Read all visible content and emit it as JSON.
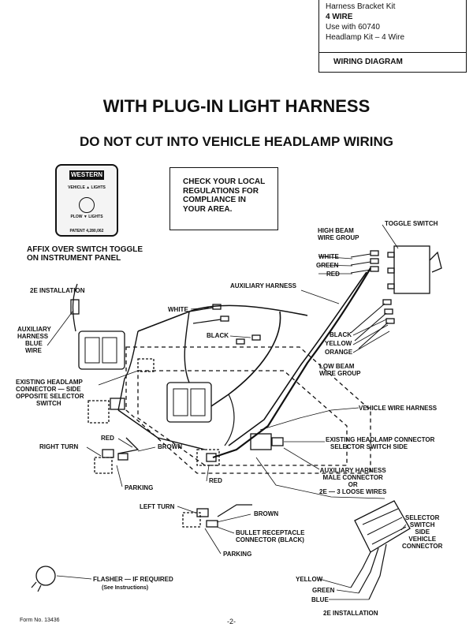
{
  "kit_box": {
    "lines": [
      "Harness Bracket Kit",
      "4 WIRE",
      "Use with 60740",
      "Headlamp Kit  –  4 Wire"
    ],
    "section_title": "WIRING DIAGRAM"
  },
  "title": "WITH PLUG-IN LIGHT HARNESS",
  "subtitle": "DO NOT CUT INTO VEHICLE HEADLAMP WIRING",
  "notice": [
    "CHECK YOUR LOCAL",
    "REGULATIONS FOR",
    "COMPLIANCE IN",
    "YOUR AREA."
  ],
  "plate": {
    "brand": "WESTERN",
    "top_text": "VEHICLE ▲ LIGHTS",
    "bottom_text": "PLOW ▼ LIGHTS",
    "patent": "PATENT  4,280,062"
  },
  "labels": {
    "affix": [
      "AFFIX OVER SWITCH TOGGLE",
      "ON INSTRUMENT PANEL"
    ],
    "install_2e_top": "2E INSTALLATION",
    "aux_blue_wire": [
      "AUXILIARY",
      "HARNESS",
      "BLUE",
      "WIRE"
    ],
    "existing_headlamp_side": [
      "EXISTING HEADLAMP",
      "CONNECTOR — SIDE",
      "OPPOSITE SELECTOR",
      "SWITCH"
    ],
    "white_left": "WHITE",
    "black_mid": "BLACK",
    "aux_harness": "AUXILIARY HARNESS",
    "high_beam": [
      "HIGH BEAM",
      "WIRE GROUP"
    ],
    "toggle_switch": "TOGGLE SWITCH",
    "white_right": "WHITE",
    "green_right": "GREEN",
    "red_right": "RED",
    "black_right": "BLACK",
    "yellow_right": "YELLOW",
    "orange_right": "ORANGE",
    "low_beam": [
      "LOW BEAM",
      "WIRE GROUP"
    ],
    "vehicle_wire_harness": "VEHICLE WIRE HARNESS",
    "existing_headlamp_selector": [
      "EXISTING HEADLAMP CONNECTOR",
      "SELECTOR SWITCH SIDE"
    ],
    "aux_male": [
      "AUXILIARY HARNESS",
      "MALE CONNECTOR",
      "OR",
      "2E — 3 LOOSE WIRES"
    ],
    "red_top": "RED",
    "brown_top": "BROWN",
    "right_turn": "RIGHT TURN",
    "parking_top": "PARKING",
    "red_mid": "RED",
    "left_turn": "LEFT TURN",
    "brown_bottom": "BROWN",
    "bullet_receptacle": [
      "BULLET RECEPTACLE",
      "CONNECTOR (BLACK)"
    ],
    "parking_bottom": "PARKING",
    "selector_switch_side": [
      "SELECTOR",
      "SWITCH",
      "SIDE",
      "VEHICLE",
      "CONNECTOR"
    ],
    "flasher": "FLASHER — IF REQUIRED",
    "see_instructions": "(See Instructions)",
    "yellow_bottom": "YELLOW",
    "green_bottom": "GREEN",
    "blue_bottom": "BLUE",
    "install_2e_bottom": "2E INSTALLATION"
  },
  "footer": {
    "form_no": "Form No. 13436",
    "page": "-2-"
  }
}
